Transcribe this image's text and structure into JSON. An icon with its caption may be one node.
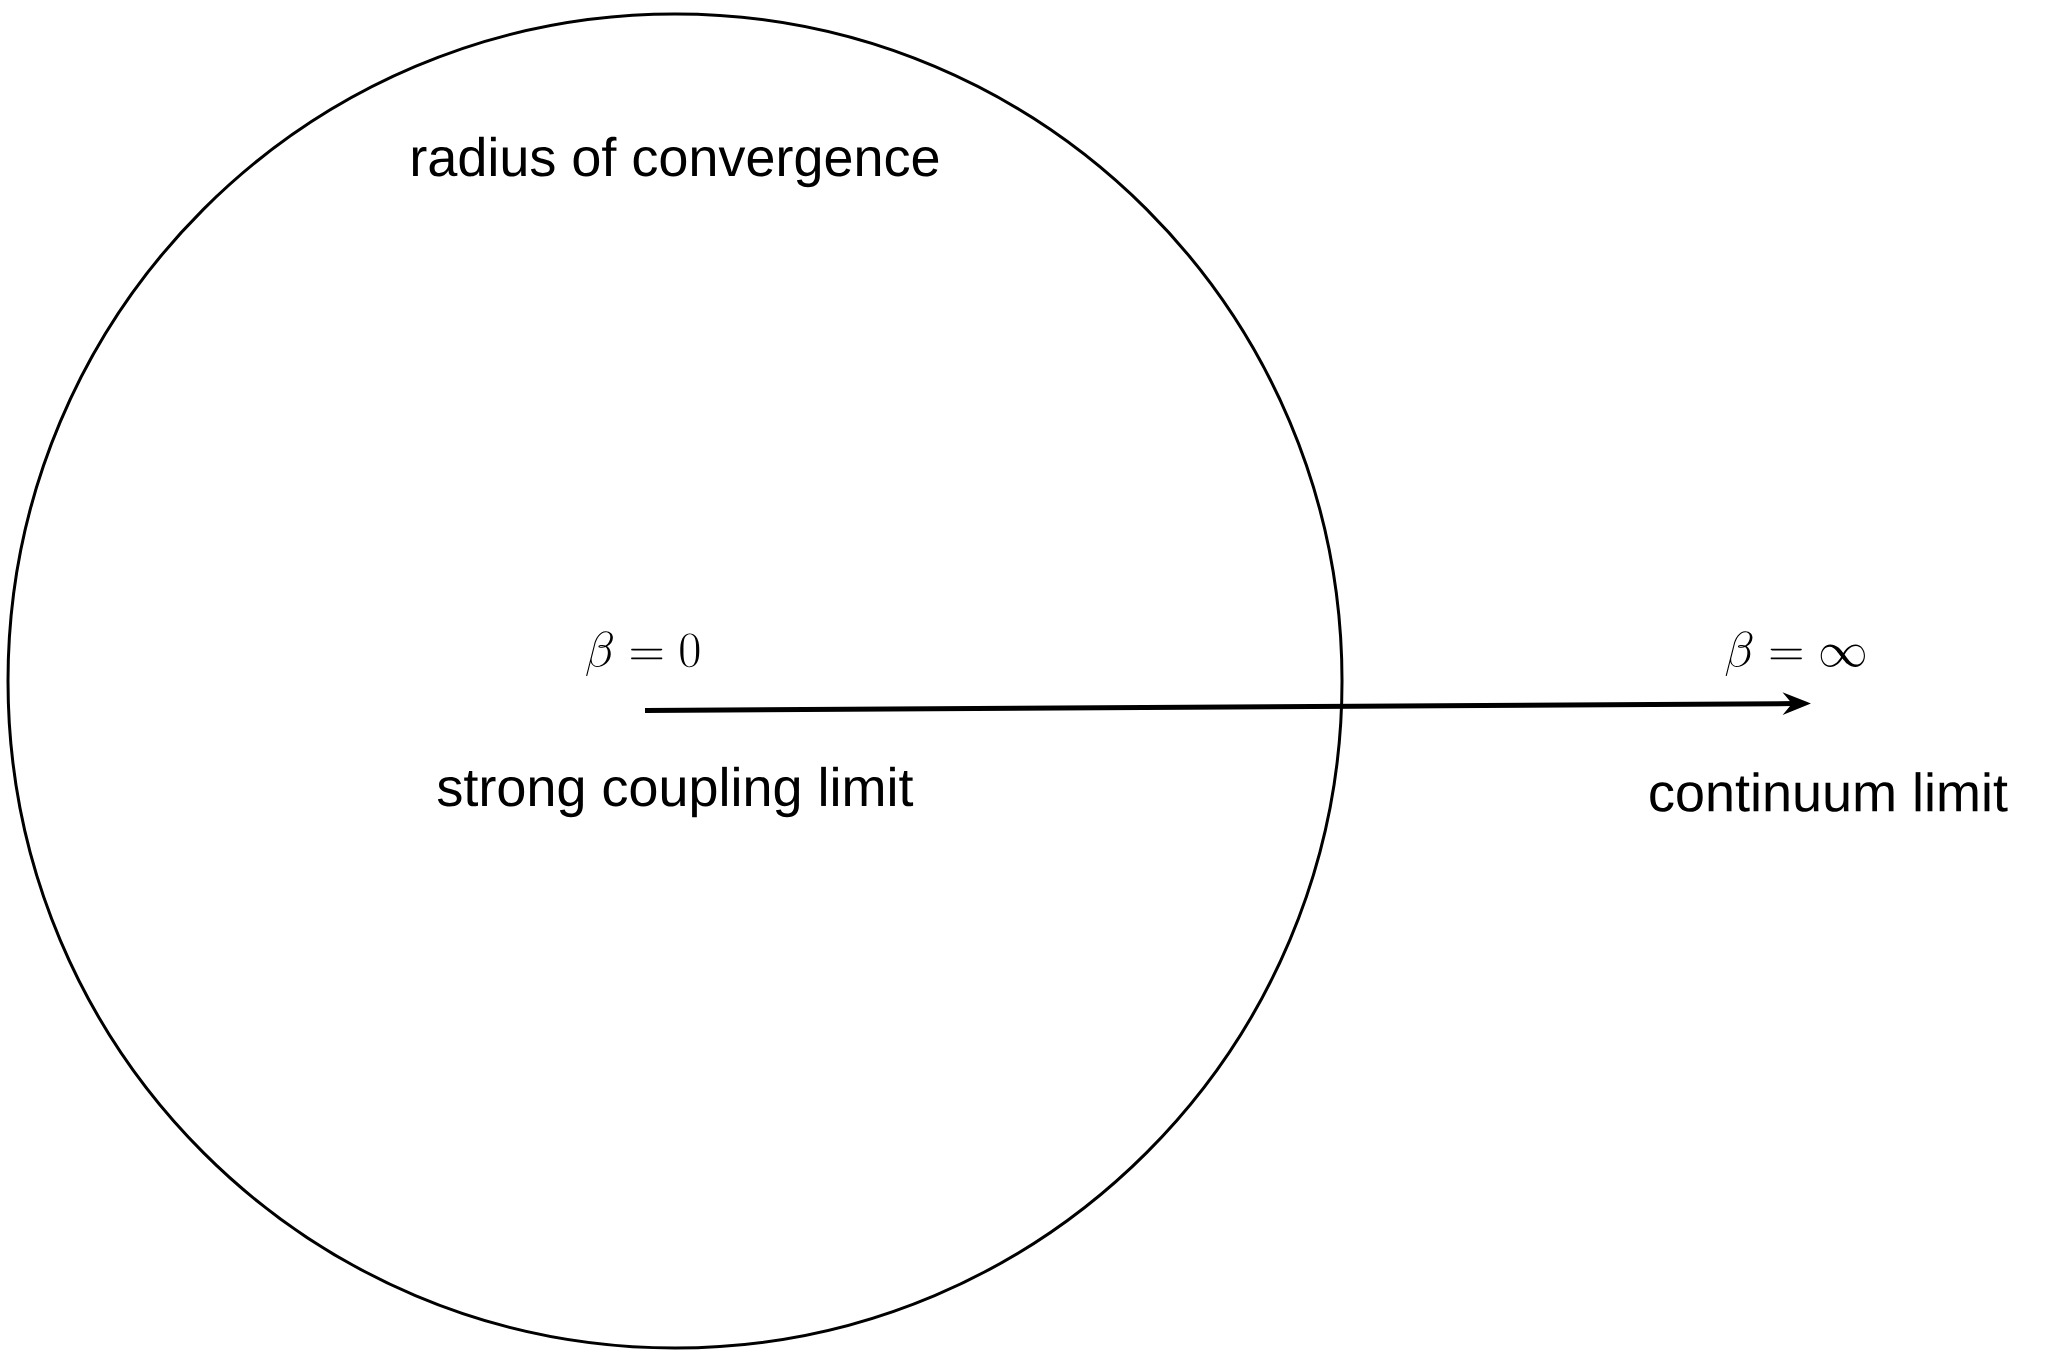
{
  "diagram": {
    "nodes": [
      {
        "text": [
          "radius of convergence"
        ]
      },
      {
        "text": [
          "\\beta = 0"
        ],
        "beside": [
          "strong coupling limit"
        ],
        "in": 0
      },
      {
        "text": [
          "\\beta = \\infty"
        ],
        "beside": [
          "continuum limit"
        ]
      }
    ],
    "edges": [
      {
        "from": 1,
        "to": 2,
        "arrow": "to"
      }
    ]
  }
}
